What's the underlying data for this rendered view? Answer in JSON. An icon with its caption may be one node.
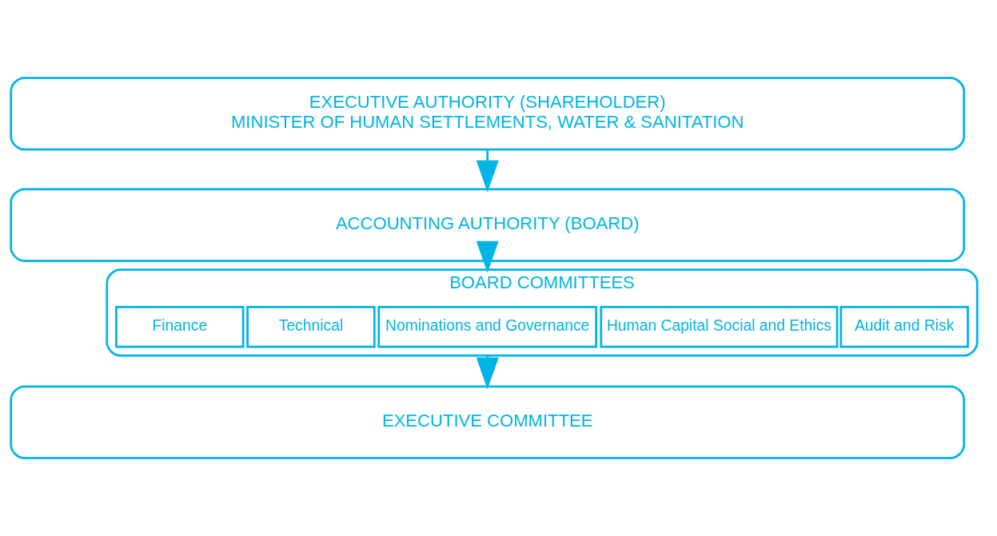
{
  "diagram": {
    "nodes": [
      {
        "text": [
          "EXECUTIVE AUTHORITY (SHAREHOLDER)",
          "MINISTER OF HUMAN SETTLEMENTS, WATER & SANITATION"
        ]
      },
      {
        "text": [
          "ACCOUNTING AUTHORITY (BOARD)"
        ]
      },
      {
        "text": [
          "BOARD COMMITTEES"
        ]
      },
      {
        "text": [
          "Finance"
        ],
        "in": 2
      },
      {
        "text": [
          "Technical"
        ],
        "in": 2
      },
      {
        "text": [
          "Nominations and Governance"
        ],
        "in": 2
      },
      {
        "text": [
          "Human Capital Social and Ethics"
        ],
        "in": 2
      },
      {
        "text": [
          "Audit and Risk"
        ],
        "in": 2
      },
      {
        "text": [
          "EXECUTIVE COMMITTEE"
        ]
      }
    ],
    "edges": [
      {
        "from": 0,
        "to": 1,
        "arrow": "to"
      },
      {
        "from": 1,
        "to": 2,
        "arrow": "to"
      },
      {
        "from": 2,
        "to": 8,
        "arrow": "to"
      }
    ]
  }
}
